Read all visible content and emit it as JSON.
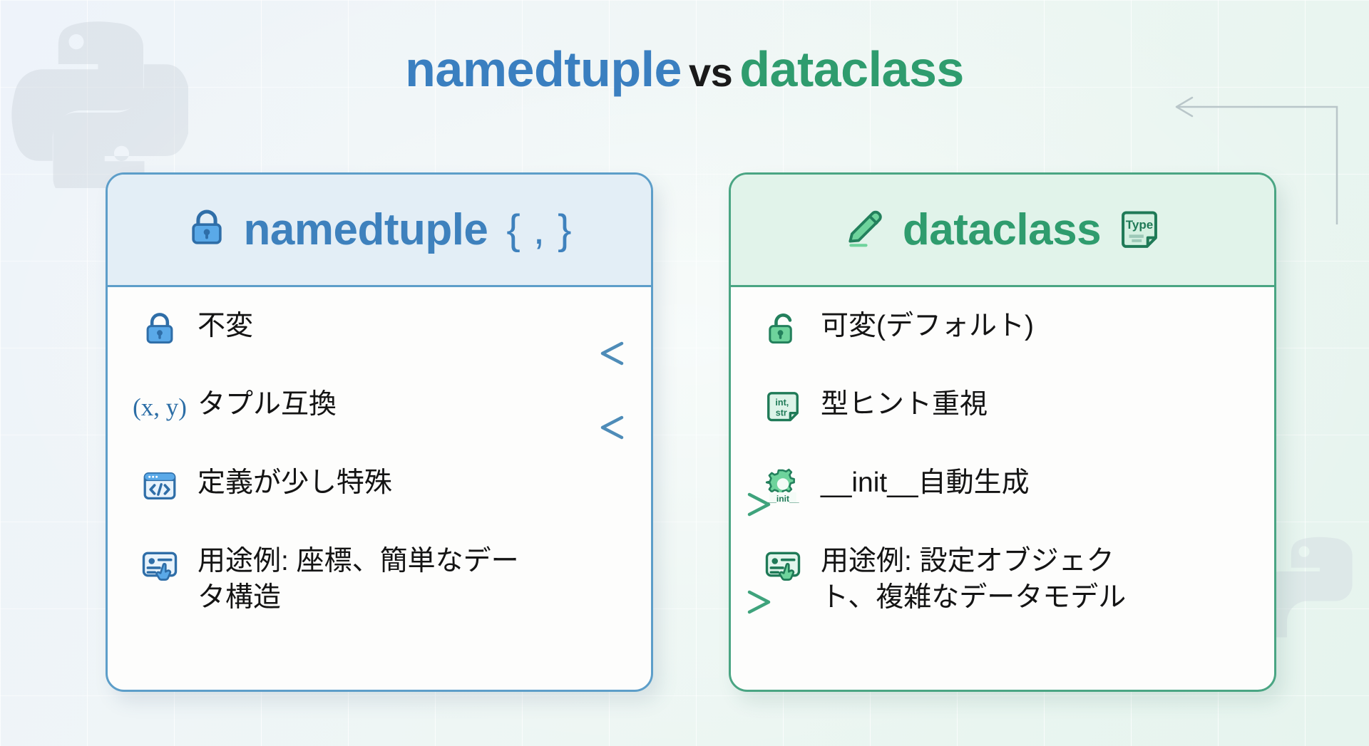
{
  "title": {
    "left": "namedtuple",
    "middle": "vs",
    "right": "dataclass"
  },
  "colors": {
    "blue": "#3e81bd",
    "green": "#2f9c6e",
    "blue_border": "#5d9ec9",
    "green_border": "#4aa583",
    "blue_head_bg": "#e3eef6",
    "green_head_bg": "#e1f3ea",
    "card_bg": "#fdfdfc",
    "text": "#141414",
    "page_bg": "#eef5f4"
  },
  "left_card": {
    "header": {
      "icon": "closed-lock-icon",
      "title": "namedtuple",
      "suffix": "{ , }"
    },
    "features": [
      {
        "icon": "closed-lock-icon",
        "text": "不変"
      },
      {
        "icon": "xy-tuple-icon",
        "text": "タプル互換",
        "icon_label": "(x, y)"
      },
      {
        "icon": "code-window-icon",
        "text": "定義が少し特殊"
      },
      {
        "icon": "card-cursor-icon",
        "text": "用途例: 座標、簡単なデータ構造"
      }
    ]
  },
  "right_card": {
    "header": {
      "icon": "pencil-icon",
      "title": "dataclass",
      "badge": "Type",
      "badge_icon": "type-note-icon"
    },
    "features": [
      {
        "icon": "open-lock-icon",
        "text": "可変(デフォルト)"
      },
      {
        "icon": "type-hint-icon",
        "text": "型ヒント重視",
        "icon_label_top": "int,",
        "icon_label_bottom": "str"
      },
      {
        "icon": "gear-init-icon",
        "text": "__init__自動生成",
        "icon_label": "__init__"
      },
      {
        "icon": "card-cursor-icon",
        "text": "用途例: 設定オブジェクト、複雑なデータモデル"
      }
    ]
  },
  "connectors": [
    {
      "name": "arrow-mutability",
      "direction": "left",
      "from": "right_card.features.0",
      "to": "left_card.features.0"
    },
    {
      "name": "arrow-type-hints",
      "direction": "left",
      "from": "right_card.features.1",
      "to": "left_card.features.1"
    },
    {
      "name": "arrow-definition",
      "direction": "right",
      "from": "left_card.features.2",
      "to": "right_card.features.2"
    },
    {
      "name": "arrow-use-cases",
      "direction": "right",
      "from": "left_card.features.3",
      "to": "right_card.features.3"
    }
  ],
  "decorations": {
    "watermark": "python-logo-watermark",
    "loop_arrow": "loop-arrow-left"
  }
}
